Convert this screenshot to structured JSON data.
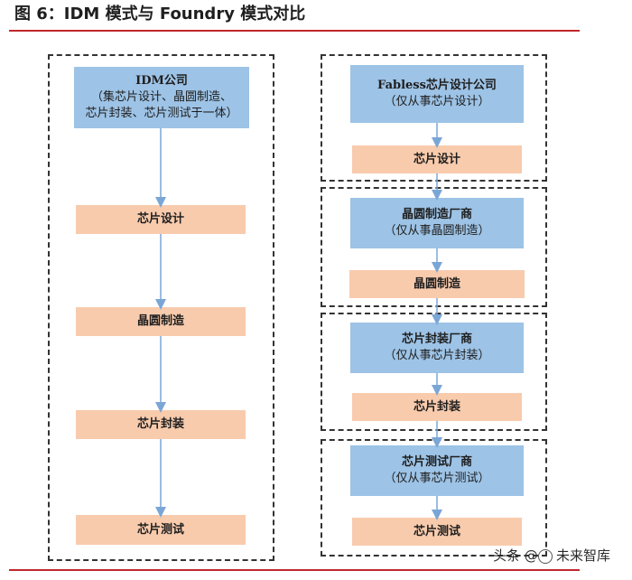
{
  "title": "图 6：IDM 模式与 Foundry 模式对比",
  "idm": {
    "company": {
      "name": "IDM公司",
      "desc": [
        "（集芯片设计、晶圆制造、",
        "芯片封装、芯片测试于一体）"
      ]
    },
    "steps": [
      "芯片设计",
      "晶圆制造",
      "芯片封装",
      "芯片测试"
    ]
  },
  "foundry": [
    {
      "name": "Fabless芯片设计公司",
      "desc": "（仅从事芯片设计）",
      "step": "芯片设计"
    },
    {
      "name": "晶圆制造厂商",
      "desc": "（仅从事晶圆制造）",
      "step": "晶圆制造"
    },
    {
      "name": "芯片封装厂商",
      "desc": "（仅从事芯片封装）",
      "step": "芯片封装"
    },
    {
      "name": "芯片测试厂商",
      "desc": "（仅从事芯片测试）",
      "step": "芯片测试"
    }
  ],
  "watermark": {
    "prefix": "头条 @",
    "name": "未来智库"
  },
  "colors": {
    "accent_rule": "#c0282d",
    "company_box": "#9dc3e6",
    "step_box": "#f8cbad",
    "arrow": "#7aa6d6"
  }
}
